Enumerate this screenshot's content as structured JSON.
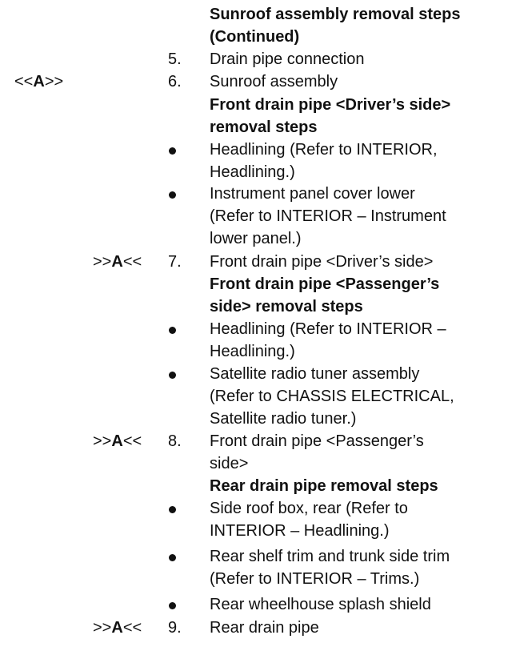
{
  "continued_heading": [
    "Sunroof assembly removal steps",
    "(Continued)"
  ],
  "marker_lt": "<<A>>",
  "marker_gt": ">>A<<",
  "items": {
    "i5": {
      "num": "5.",
      "text": "Drain pipe connection"
    },
    "i6": {
      "num": "6.",
      "text": "Sunroof assembly"
    },
    "i7": {
      "num": "7.",
      "text": "Front drain pipe <Driver’s side>"
    },
    "i8": {
      "num": "8.",
      "lines": [
        "Front drain pipe <Passenger’s",
        "side>"
      ]
    },
    "i9": {
      "num": "9.",
      "text": "Rear drain pipe"
    }
  },
  "front_driver": {
    "heading": [
      "Front drain pipe <Driver’s side>",
      "removal steps"
    ],
    "bullets": [
      [
        "Headlining (Refer to INTERIOR,",
        "Headlining.)"
      ],
      [
        "Instrument panel cover lower",
        "(Refer to INTERIOR – Instrument",
        "lower panel.)"
      ]
    ]
  },
  "front_passenger": {
    "heading": [
      "Front drain pipe <Passenger’s",
      "side> removal steps"
    ],
    "bullets": [
      [
        "Headlining (Refer to INTERIOR –",
        "Headlining.)"
      ],
      [
        "Satellite radio tuner assembly",
        "(Refer to CHASSIS ELECTRICAL,",
        "Satellite radio tuner.)"
      ]
    ]
  },
  "rear": {
    "heading": "Rear drain pipe removal steps",
    "bullets": [
      [
        "Side roof box, rear (Refer to",
        "INTERIOR – Headlining.)"
      ],
      [
        "Rear shelf trim and trunk side trim",
        "(Refer to INTERIOR – Trims.)"
      ],
      [
        "Rear wheelhouse splash shield"
      ]
    ]
  }
}
